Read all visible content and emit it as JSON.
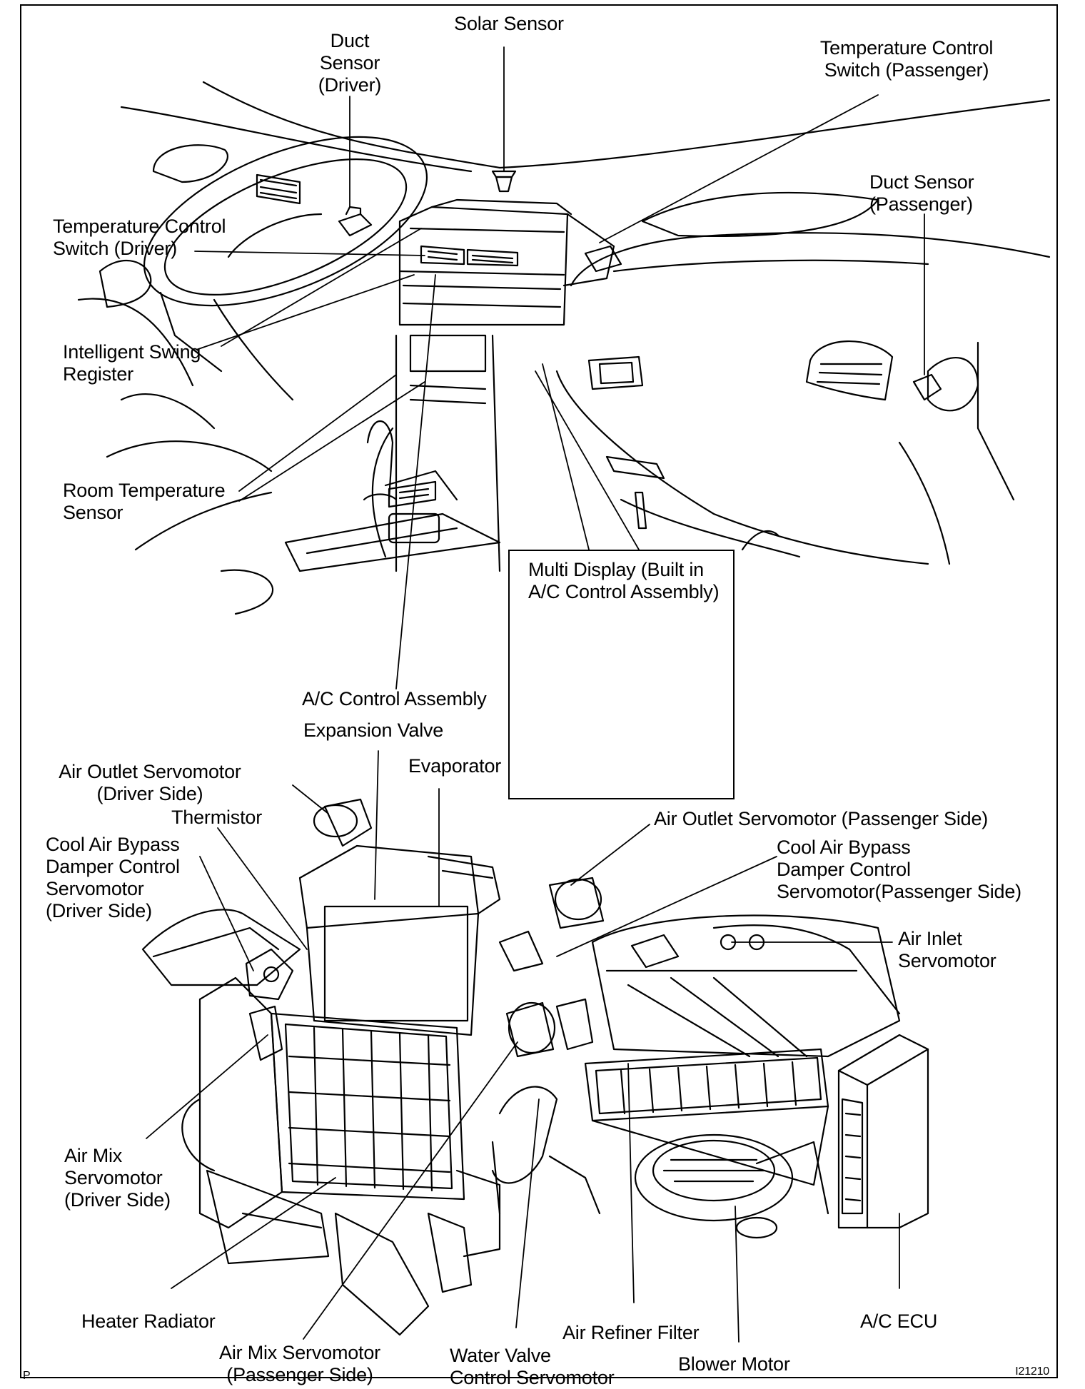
{
  "labels": {
    "solar_sensor": "Solar Sensor",
    "duct_sensor_driver": "Duct\nSensor\n(Driver)",
    "temp_switch_passenger": "Temperature Control\nSwitch (Passenger)",
    "duct_sensor_passenger": "Duct  Sensor\n(Passenger)",
    "temp_switch_driver": "Temperature Control\nSwitch (Driver)",
    "intelligent_swing": "Intelligent Swing\nRegister",
    "room_temp_sensor": "Room Temperature\nSensor",
    "multi_display": "Multi Display (Built in\nA/C Control Assembly)",
    "ac_control_assembly": "A/C Control Assembly",
    "expansion_valve": "Expansion Valve",
    "evaporator": "Evaporator",
    "air_outlet_driver": "Air Outlet Servomotor\n(Driver Side)",
    "thermistor": "Thermistor",
    "cool_bypass_driver": "Cool Air Bypass\nDamper Control\nServomotor\n(Driver Side)",
    "air_outlet_passenger": "Air Outlet Servomotor (Passenger Side)",
    "cool_bypass_passenger": "Cool Air Bypass\nDamper Control\nServomotor(Passenger Side)",
    "air_inlet": "Air Inlet\nServomotor",
    "air_mix_driver": "Air Mix\nServomotor\n(Driver Side)",
    "heater_radiator": "Heater Radiator",
    "air_mix_passenger": "Air Mix Servomotor\n(Passenger Side)",
    "water_valve": "Water Valve\nControl Servomotor",
    "air_refiner": "Air Refiner Filter",
    "blower_motor": "Blower Motor",
    "ac_ecu": "A/C ECU",
    "page_marker": "P",
    "figure_id": "I21210"
  }
}
